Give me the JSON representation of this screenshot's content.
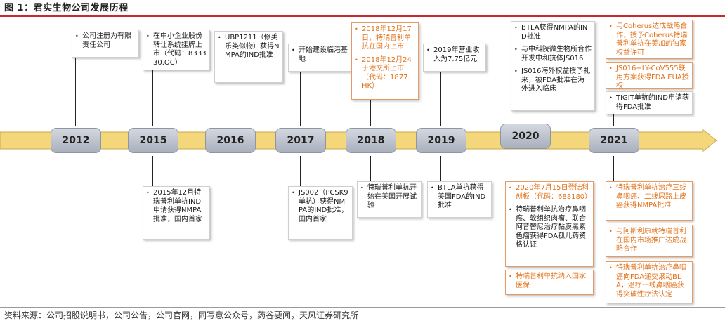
{
  "title": "图 1：君实生物公司发展历程",
  "source": "资料来源：公司招股说明书，公司公告，公司官网，同写意公众号，药谷要闻，天风证券研究所",
  "colors": {
    "accent_red": "#c6282b",
    "highlight_orange": "#e2721a",
    "arrow_yellow": "#f3d77a"
  },
  "years": [
    "2012",
    "2015",
    "2016",
    "2017",
    "2018",
    "2019",
    "2020",
    "2021"
  ],
  "top_boxes": [
    {
      "items": [
        {
          "text": "公司注册为有限责任公司",
          "highlight": false
        }
      ]
    },
    {
      "items": [
        {
          "text": "在中小企业股份转让系统挂牌上市（代码：833330.OC）",
          "highlight": false
        }
      ]
    },
    {
      "items": [
        {
          "text": "UBP1211（修美乐类似物）获得NMPA的IND批准",
          "highlight": false
        }
      ]
    },
    {
      "items": [
        {
          "text": "开始建设临港基地",
          "highlight": false
        }
      ]
    },
    {
      "items": [
        {
          "text": "2018年12月17日，特瑞普利单抗在国内上市",
          "highlight": true
        },
        {
          "text": "2018年12月24于港交所上市（代码：1877.HK）",
          "highlight": true
        }
      ]
    },
    {
      "items": [
        {
          "text": "2019年营业收入为7.75亿元",
          "highlight": false
        }
      ]
    },
    {
      "items": [
        {
          "text": "BTLA获得NMPA的IND批准",
          "highlight": false
        },
        {
          "text": "与中科院微生物所合作开发中和抗体JS016",
          "highlight": false
        },
        {
          "text": "JS016海外权益授予礼来，被FDA批准在海外进入临床",
          "highlight": false
        }
      ]
    },
    {
      "items": [
        {
          "text": "与Coherus达成战略合作，授予Coherus特瑞普利单抗在美加的独家权益许可",
          "highlight": true
        }
      ]
    },
    {
      "items": [
        {
          "text": "JS016+LY-CoV555联用方案获得FDA EUA授权",
          "highlight": true
        }
      ]
    },
    {
      "items": [
        {
          "text": "TIGIT单抗的IND申请获得FDA批准",
          "highlight": false
        }
      ]
    }
  ],
  "bottom_boxes": [
    {
      "items": [
        {
          "text": "2015年12月特瑞普利单抗IND申请获得NMPA批准，国内首家",
          "highlight": false
        }
      ]
    },
    {
      "items": [
        {
          "text": "JS002（PCSK9单抗）获得NMPA的IND批准，国内首家",
          "highlight": false
        }
      ]
    },
    {
      "items": [
        {
          "text": "特瑞普利单抗开始在美国开展试验",
          "highlight": false
        }
      ]
    },
    {
      "items": [
        {
          "text": "BTLA单抗获得美国FDA的IND批准",
          "highlight": false
        }
      ]
    },
    {
      "items": [
        {
          "text": "2020年7月15日登陆科创板（代码：688180）",
          "highlight": true
        },
        {
          "text": "特瑞普利单抗治疗鼻咽癌、软组织肉瘤、联合阿昔替尼治疗黏膜黑素色瘤获得FDA孤儿药资格认证",
          "highlight": false
        }
      ]
    },
    {
      "items": [
        {
          "text": "特瑞普利单抗纳入国家医保",
          "highlight": true
        }
      ]
    },
    {
      "items": [
        {
          "text": "特瑞普利单抗治疗三线鼻咽癌、二线尿路上皮癌获得NMPA批准",
          "highlight": true
        }
      ]
    },
    {
      "items": [
        {
          "text": "与阿斯利康就特瑞普利在国内市场推广达成战略合作",
          "highlight": true
        }
      ]
    },
    {
      "items": [
        {
          "text": "特瑞普利单抗治疗鼻咽癌向FDA递交滚动BLA，治疗一线鼻咽癌获得突破性疗法认定",
          "highlight": true
        }
      ]
    }
  ]
}
